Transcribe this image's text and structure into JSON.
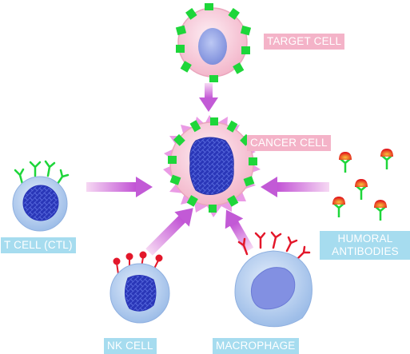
{
  "labels": {
    "target_cell": "TARGET CELL",
    "cancer_cell": "CANCER CELL",
    "t_cell": "T CELL (CTL)",
    "humoral_line1": "HUMORAL",
    "humoral_line2": "ANTIBODIES",
    "nk_cell": "NK CELL",
    "macrophage": "MACROPHAGE"
  },
  "colors": {
    "cell_pink": "#f6c6d6",
    "cell_pink_edge": "#eaa5bc",
    "antigen_green": "#1ed63a",
    "arrow_purple": "#c25ad6",
    "lymph_blue": "#aac8ec",
    "nucleus_blue": "#2733b8",
    "antibody_red": "#e8181d",
    "antibody_orange": "#f5a11c",
    "receptor_red": "#e3172a",
    "label_pink": "#f4b3c8",
    "label_cyan": "#a6dcef"
  }
}
